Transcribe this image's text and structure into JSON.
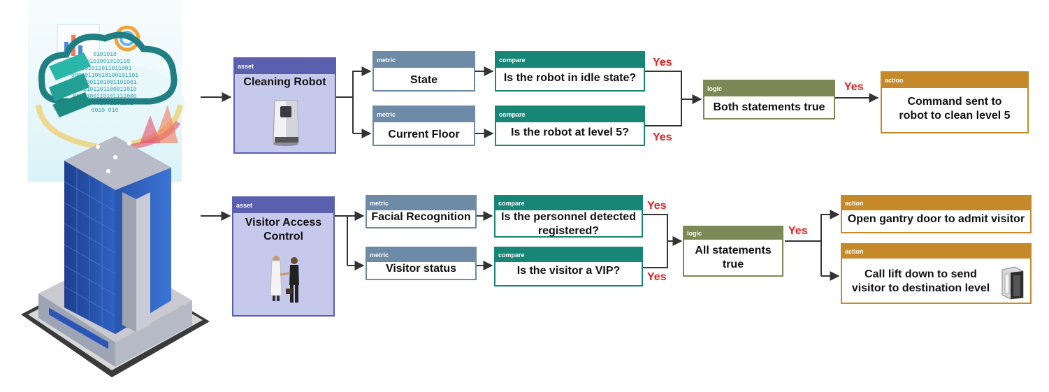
{
  "colors": {
    "asset": "#5a5fae",
    "metric": "#6d8aa6",
    "compare": "#178676",
    "logic": "#7c8855",
    "action": "#c5892a",
    "yes": "#e02020"
  },
  "flow1": {
    "asset": {
      "tag": "asset",
      "label": "Cleaning Robot",
      "icon": "cleaning-robot-icon"
    },
    "metric_state": {
      "tag": "metric",
      "label": "State"
    },
    "metric_floor": {
      "tag": "metric",
      "label": "Current Floor"
    },
    "compare_idle": {
      "tag": "compare",
      "label": "Is the robot in idle state?"
    },
    "compare_level": {
      "tag": "compare",
      "label": "Is the robot at level 5?"
    },
    "yes_idle": "Yes",
    "yes_level": "Yes",
    "logic": {
      "tag": "logic",
      "label": "Both statements true"
    },
    "yes_logic": "Yes",
    "action": {
      "tag": "action",
      "label": "Command sent to robot to clean level 5"
    }
  },
  "flow2": {
    "asset": {
      "tag": "asset",
      "label": "Visitor Access Control",
      "icon": "handshake-icon"
    },
    "metric_face": {
      "tag": "metric",
      "label": "Facial Recognition"
    },
    "metric_visitor": {
      "tag": "metric",
      "label": "Visitor status"
    },
    "compare_registered": {
      "tag": "compare",
      "label": "Is the personnel detected registered?"
    },
    "compare_vip": {
      "tag": "compare",
      "label": "Is the visitor a VIP?"
    },
    "yes_registered": "Yes",
    "yes_vip": "Yes",
    "logic": {
      "tag": "logic",
      "label": "All statements true"
    },
    "yes_logic": "Yes",
    "action_gantry": {
      "tag": "action",
      "label": "Open gantry door to admit visitor"
    },
    "action_lift": {
      "tag": "action",
      "label": "Call lift down to send visitor to destination level",
      "icon": "lift-icon"
    }
  },
  "illustration": {
    "icon": "smart-building-cloud-icon",
    "binary_text": "0101010 100101001010110 0101011011011001 00010110010100101101 1101001101001101001 0101101101100011010 0101100110101111000 11010001001101101 0010 010"
  }
}
